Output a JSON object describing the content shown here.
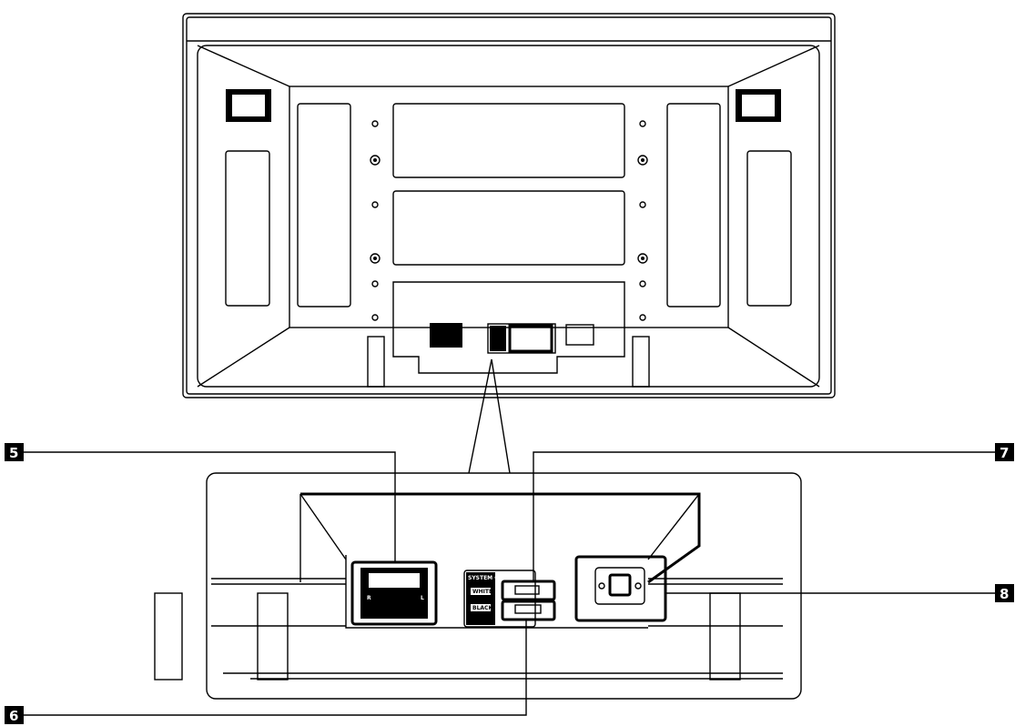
{
  "callouts": {
    "c5": "5",
    "c6": "6",
    "c7": "7",
    "c8": "8"
  },
  "panel_labels": {
    "system_cable": "SYSTEM CABLE",
    "white": "WHITE",
    "black": "BLACK",
    "speaker_right": "R",
    "speaker_left": "L"
  },
  "colors": {
    "line": "#000000",
    "badge": "#000000",
    "background": "#ffffff"
  }
}
